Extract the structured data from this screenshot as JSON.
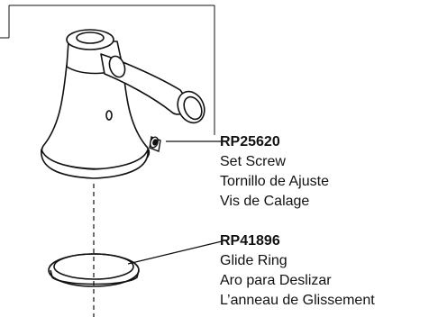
{
  "parts": [
    {
      "part_number": "RP25620",
      "names": [
        "Set Screw",
        "Tornillo de Ajuste",
        "Vis de Calage"
      ]
    },
    {
      "part_number": "RP41896",
      "names": [
        "Glide Ring",
        "Aro para Deslizar",
        "L’anneau de Glissement"
      ]
    }
  ],
  "colors": {
    "line": "#111111",
    "background": "#ffffff"
  }
}
